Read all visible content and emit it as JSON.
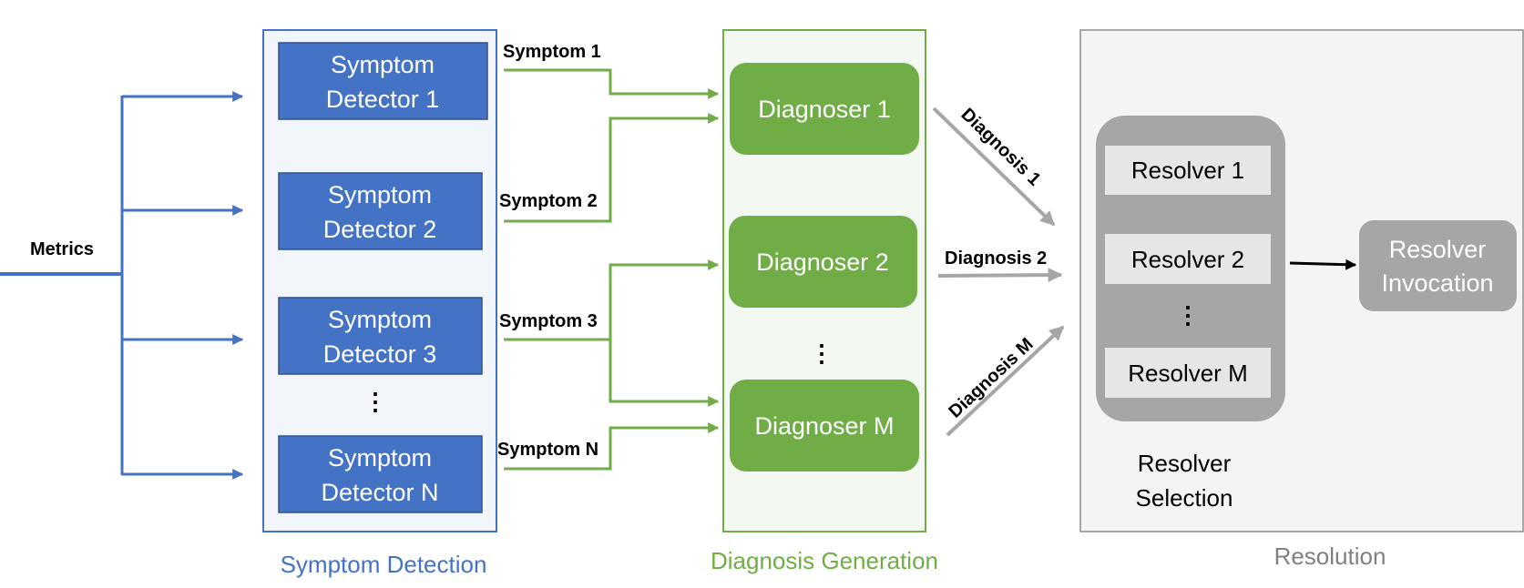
{
  "colors": {
    "blue": "#4472C4",
    "blue_fill": "#F2F5F9",
    "green": "#70AD47",
    "green_fill": "#F3F8F0",
    "gray": "#A6A6A6",
    "gray_fill": "#F4F4F4",
    "resolver_item": "#E7E6E6",
    "gray_text": "#808080"
  },
  "input": {
    "label": "Metrics"
  },
  "symptom_detection": {
    "title": "Symptom Detection",
    "detectors": [
      {
        "line1": "Symptom",
        "line2": "Detector 1"
      },
      {
        "line1": "Symptom",
        "line2": "Detector 2"
      },
      {
        "line1": "Symptom",
        "line2": "Detector 3"
      },
      {
        "line1": "Symptom",
        "line2": "Detector N"
      }
    ],
    "ellipsis": "⋮"
  },
  "symptoms": [
    "Symptom 1",
    "Symptom 2",
    "Symptom 3",
    "Symptom N"
  ],
  "diagnosis_generation": {
    "title": "Diagnosis Generation",
    "diagnosers": [
      "Diagnoser 1",
      "Diagnoser 2",
      "Diagnoser M"
    ],
    "ellipsis": "⋮"
  },
  "diagnoses": [
    "Diagnosis 1",
    "Diagnosis 2",
    "Diagnosis M"
  ],
  "resolution": {
    "title": "Resolution",
    "resolvers": [
      "Resolver 1",
      "Resolver 2",
      "Resolver M"
    ],
    "ellipsis": "⋮",
    "selection_label": {
      "line1": "Resolver",
      "line2": "Selection"
    },
    "invocation_label": {
      "line1": "Resolver",
      "line2": "Invocation"
    }
  }
}
